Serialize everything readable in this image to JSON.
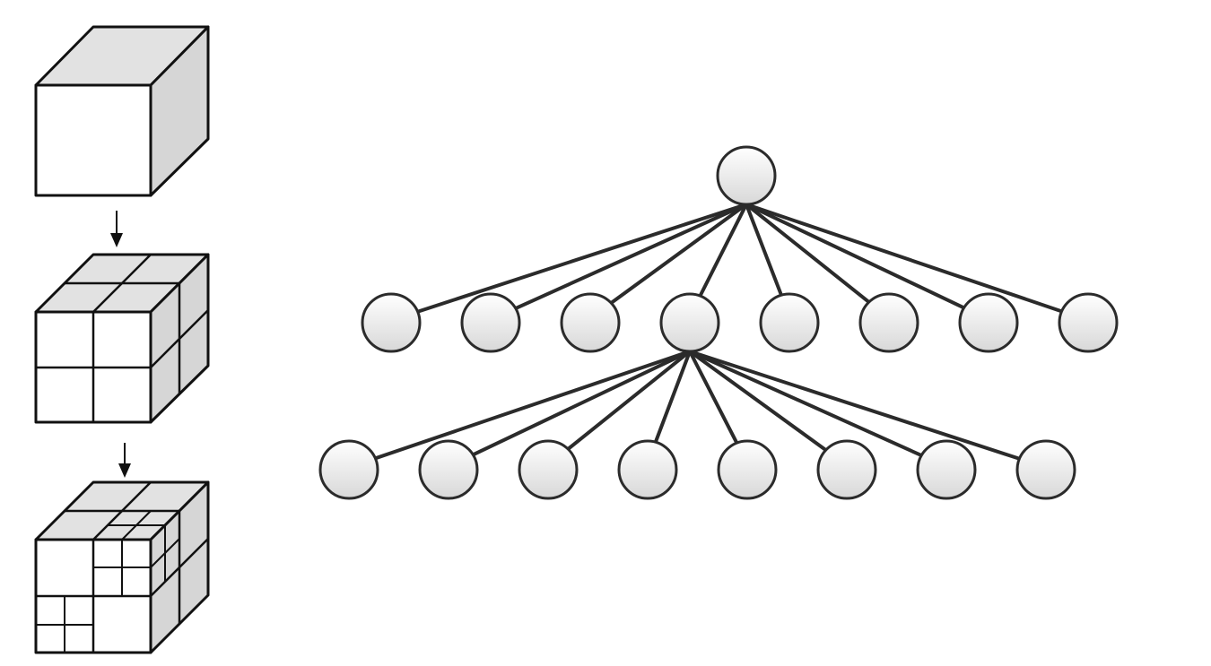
{
  "diagram": {
    "subdivision_steps": [
      {
        "level": 0,
        "divisions": 1
      },
      {
        "level": 1,
        "divisions": 2
      },
      {
        "level": 2,
        "divisions": 2,
        "refined_octants": [
          "front-top-right",
          "front-bottom-left"
        ]
      }
    ],
    "tree": {
      "root": {
        "id": "root"
      },
      "levels": [
        {
          "depth": 1,
          "parent": "root",
          "node_count": 8,
          "expanded_child_index": 3
        },
        {
          "depth": 2,
          "parent": "depth1-node-3",
          "node_count": 8
        }
      ]
    },
    "colors": {
      "stroke": "#2b2b2b",
      "cube_top": "#e2e2e2",
      "cube_side": "#d6d6d6",
      "cube_front": "#ffffff",
      "node_fill_light": "#ffffff",
      "node_fill_dark": "#d8d8d8"
    }
  }
}
